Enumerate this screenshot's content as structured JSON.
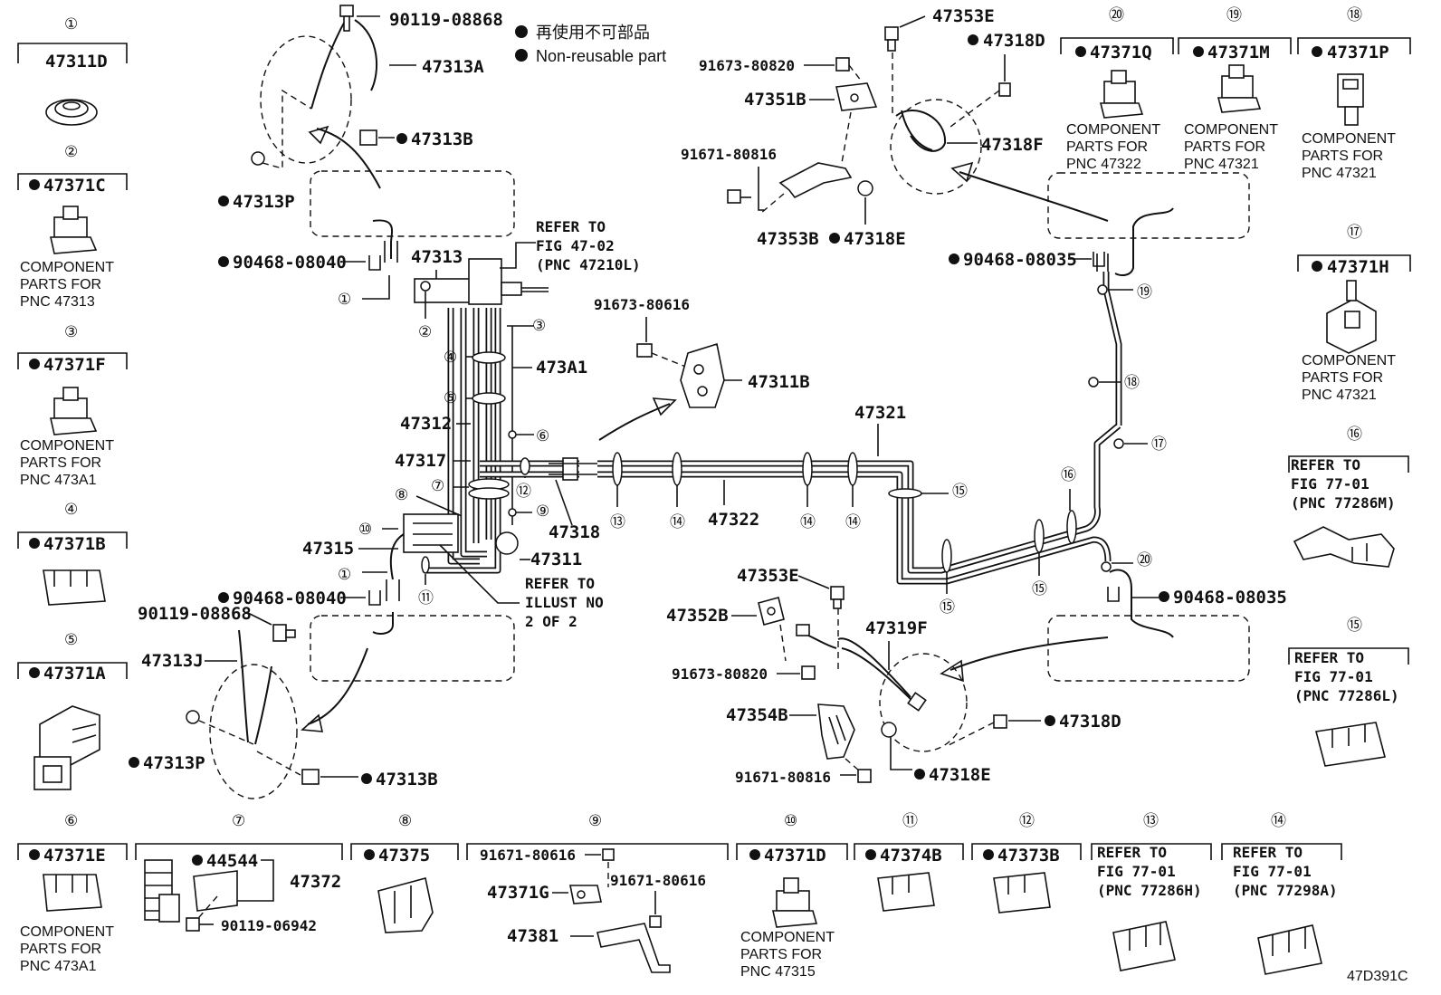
{
  "legend": {
    "jp": "再使用不可部品",
    "en": "Non-reusable part"
  },
  "figure_code": "47D391C",
  "left_column": [
    {
      "num": "①",
      "pnc": "47311D",
      "np": false,
      "note": []
    },
    {
      "num": "②",
      "pnc": "47371C",
      "np": true,
      "note": [
        "COMPONENT",
        "PARTS FOR",
        "PNC 47313"
      ]
    },
    {
      "num": "③",
      "pnc": "47371F",
      "np": true,
      "note": [
        "COMPONENT",
        "PARTS FOR",
        "PNC 473A1"
      ]
    },
    {
      "num": "④",
      "pnc": "47371B",
      "np": true,
      "note": []
    },
    {
      "num": "⑤",
      "pnc": "47371A",
      "np": true,
      "note": []
    }
  ],
  "right_column": [
    {
      "num": "⑳",
      "pnc": "47371Q",
      "note": [
        "COMPONENT",
        "PARTS FOR",
        "PNC 47322"
      ]
    },
    {
      "num": "⑲",
      "pnc": "47371M",
      "note": [
        "COMPONENT",
        "PARTS FOR",
        "PNC 47321"
      ]
    },
    {
      "num": "⑱",
      "pnc": "47371P",
      "note": [
        "COMPONENT",
        "PARTS FOR",
        "PNC 47321"
      ]
    },
    {
      "num": "⑰",
      "pnc": "47371H",
      "note": [
        "COMPONENT",
        "PARTS FOR",
        "PNC 47321"
      ]
    },
    {
      "num": "⑯",
      "pnc": "",
      "note": [
        "REFER TO",
        "FIG 77-01",
        "(PNC 77286M)"
      ]
    },
    {
      "num": "⑮",
      "pnc": "",
      "note": [
        "REFER TO",
        "FIG 77-01",
        "(PNC 77286L)"
      ]
    }
  ],
  "bottom_row": [
    {
      "num": "⑥",
      "pnc": "47371E",
      "note": [
        "COMPONENT",
        "PARTS FOR",
        "PNC 473A1"
      ]
    },
    {
      "num": "⑦",
      "pnc": "44544",
      "extra": "47372",
      "screw": "90119-06942"
    },
    {
      "num": "⑧",
      "pnc": "47375"
    },
    {
      "num": "⑨",
      "bolt1": "91671-80616",
      "bolt2": "91671-80616",
      "p1": "47371G",
      "p2": "47381"
    },
    {
      "num": "⑩",
      "pnc": "47371D",
      "note": [
        "COMPONENT",
        "PARTS FOR",
        "PNC 47315"
      ]
    },
    {
      "num": "⑪",
      "pnc": "47374B"
    },
    {
      "num": "⑫",
      "pnc": "47373B"
    },
    {
      "num": "⑬",
      "note": [
        "REFER TO",
        "FIG 77-01",
        "(PNC 77286H)"
      ]
    },
    {
      "num": "⑭",
      "note": [
        "REFER TO",
        "FIG 77-01",
        "(PNC 77298A)"
      ]
    }
  ],
  "callouts": {
    "c1": "①",
    "c2": "②",
    "c3": "③",
    "c4": "④",
    "c5": "⑤",
    "c6": "⑥",
    "c7": "⑦",
    "c8": "⑧",
    "c9": "⑨",
    "c10": "⑩",
    "c11": "⑪",
    "c12": "⑫",
    "c13": "⑬",
    "c14": "⑭",
    "c15": "⑮",
    "c16": "⑯",
    "c17": "⑰",
    "c18": "⑱",
    "c19": "⑲",
    "c20": "⑳"
  },
  "labels": {
    "p90119_08868": "90119-08868",
    "p47313A": "47313A",
    "p47313B": "47313B",
    "p47313P": "47313P",
    "p90468_08040": "90468-08040",
    "p47313": "47313",
    "refer1": [
      "REFER TO",
      "FIG 47-02",
      "(PNC 47210L)"
    ],
    "p473A1": "473A1",
    "p47312": "47312",
    "p47317": "47317",
    "p47318": "47318",
    "p47315": "47315",
    "p47311": "47311",
    "refer2": [
      "REFER TO",
      "ILLUST NO",
      "2 OF 2"
    ],
    "p47313J": "47313J",
    "p91673_80616": "91673-80616",
    "p47311B": "47311B",
    "p47321": "47321",
    "p47322": "47322",
    "p47353E": "47353E",
    "p47318D": "47318D",
    "p91673_80820": "91673-80820",
    "p47351B": "47351B",
    "p47318F": "47318F",
    "p91671_80816": "91671-80816",
    "p47353B": "47353B",
    "p47318E": "47318E",
    "p90468_08035": "90468-08035",
    "p47352B": "47352B",
    "p47319F": "47319F",
    "p47354B": "47354B"
  }
}
